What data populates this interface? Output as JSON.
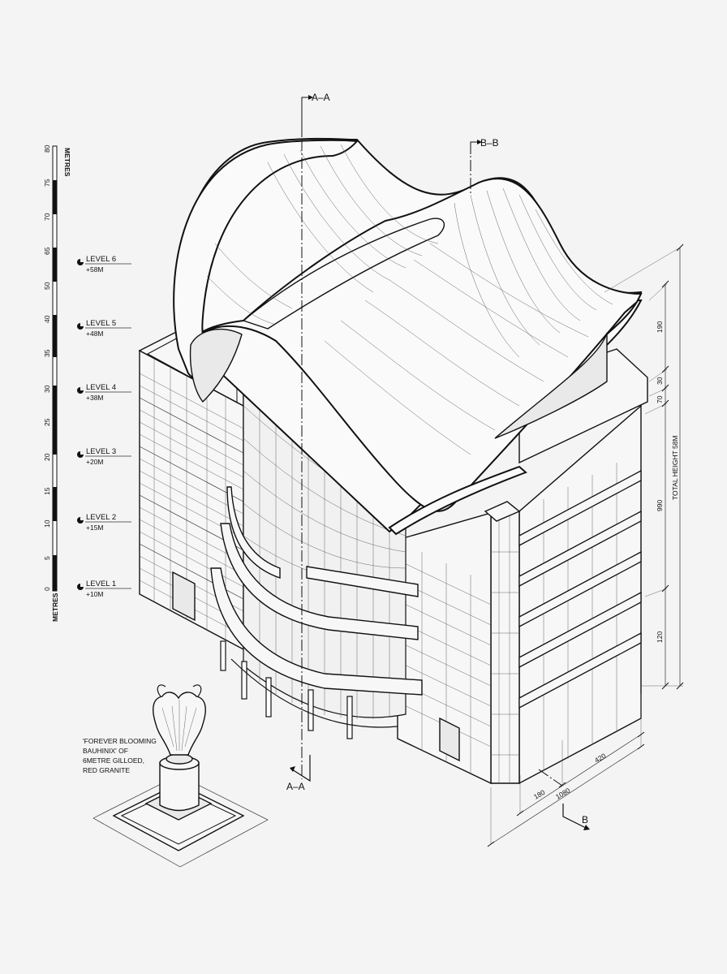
{
  "drawing": {
    "type": "isometric architectural drawing",
    "background": "#f4f4f4",
    "line_color": "#111111"
  },
  "scale_bar": {
    "unit_top": "METRES",
    "unit_bottom": "METRES",
    "ticks": [
      "0",
      "5",
      "10",
      "15",
      "20",
      "25",
      "30",
      "35",
      "40",
      "50",
      "65",
      "70",
      "75",
      "80"
    ]
  },
  "levels": [
    {
      "name": "LEVEL 6",
      "elevation": "+58M"
    },
    {
      "name": "LEVEL 5",
      "elevation": "+48M"
    },
    {
      "name": "LEVEL 4",
      "elevation": "+38M"
    },
    {
      "name": "LEVEL 3",
      "elevation": "+20M"
    },
    {
      "name": "LEVEL 2",
      "elevation": "+15M"
    },
    {
      "name": "LEVEL 1",
      "elevation": "+10M"
    }
  ],
  "sections": {
    "a_top": "A–A",
    "a_bottom": "A–A",
    "b_top": "B–B",
    "b_bottom": "B"
  },
  "dimensions": {
    "vertical": [
      "190",
      "30",
      "70",
      "990",
      "120"
    ],
    "total_height": "TOTAL HEIGHT 58M",
    "base": [
      "180",
      "1080",
      "420"
    ]
  },
  "sculpture_note": {
    "lines": [
      "'FOREVER BLOOMING",
      "BAUHINIX' OF",
      "6METRE GILLOED,",
      "RED GRANITE"
    ]
  }
}
